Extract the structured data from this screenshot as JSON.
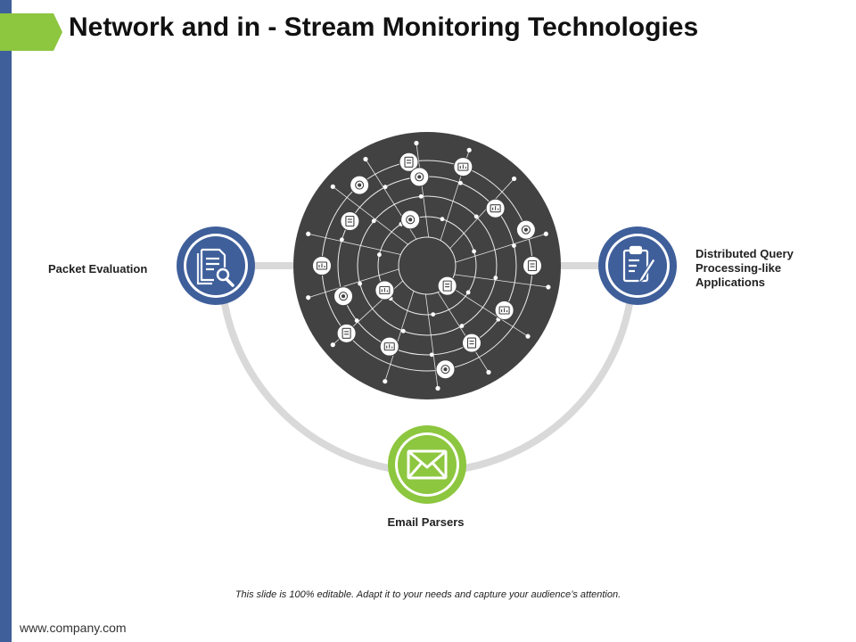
{
  "slide": {
    "title": "Network and in - Stream Monitoring Technologies",
    "footnote": "This slide is 100% editable. Adapt it to your needs and capture your audience’s attention.",
    "website": "www.company.com"
  },
  "nodes": {
    "packet": {
      "label": "Packet Evaluation",
      "icon": "document-search-icon"
    },
    "query": {
      "label_lines": [
        "Distributed Query",
        "Processing-like",
        "Applications"
      ],
      "icon": "clipboard-pen-icon"
    },
    "email": {
      "label": "Email Parsers",
      "icon": "envelope-icon"
    }
  },
  "colors": {
    "accent_green": "#8dc63f",
    "accent_blue": "#3f5f9a",
    "hub_dark": "#424242",
    "connector_gray": "#d9d9d9"
  }
}
